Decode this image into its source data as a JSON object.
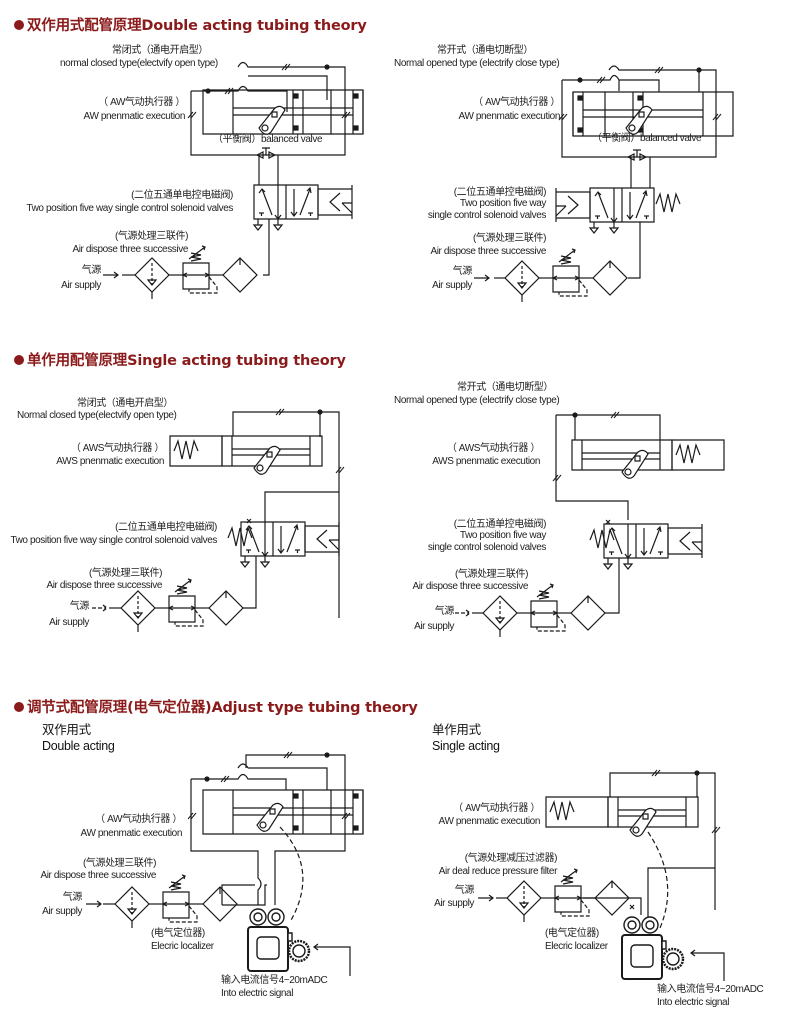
{
  "sections": {
    "double": {
      "title": "双作用式配管原理Double acting tubing theory"
    },
    "single": {
      "title": "单作用配管原理Single acting tubing theory"
    },
    "adjust": {
      "title": "调节式配管原理(电气定位器)Adjust type tubing theory"
    }
  },
  "double_left": {
    "type_cn": "常闭式（通电开启型）",
    "type_en": "normal closed type(electvify open type)",
    "actuator_cn": "（ AW气动执行器 ）",
    "actuator_en": "AW pnenmatic execution",
    "balanced_valve": "（平衡阀）balanced valve",
    "solenoid_cn": "(二位五通单电控电磁阀)",
    "solenoid_en": "Two position five way single control solenoid valves",
    "frl_cn": "(气源处理三联件)",
    "frl_en": "Air dispose three successive",
    "supply_cn": "气源",
    "supply_en": "Air supply"
  },
  "double_right": {
    "type_cn": "常开式（通电切断型）",
    "type_en": "Normal opened type (electrify close type)",
    "actuator_cn": "（ AW气动执行器 ）",
    "actuator_en": "AW pnenmatic execution",
    "balanced_valve": "（平衡阀）balanced valve",
    "solenoid_cn": "(二位五通单控电磁阀)",
    "solenoid_en1": "Two position five way",
    "solenoid_en2": "single control solenoid valves",
    "frl_cn": "(气源处理三联件)",
    "frl_en": "Air dispose three successive",
    "supply_cn": "气源",
    "supply_en": "Air supply"
  },
  "single_left": {
    "type_cn": "常闭式（通电开启型）",
    "type_en": "Normal closed type(electvify open type)",
    "actuator_cn": "（ AWS气动执行器 ）",
    "actuator_en": "AWS pnenmatic execution",
    "solenoid_cn": "(二位五通单电控电磁阀)",
    "solenoid_en": "Two position five way single control solenoid valves",
    "frl_cn": "(气源处理三联件)",
    "frl_en": "Air dispose three successive",
    "supply_cn": "气源",
    "supply_en": "Air supply"
  },
  "single_right": {
    "type_cn": "常开式（通电切断型）",
    "type_en": "Normal opened type (electrify close type)",
    "actuator_cn": "（ AWS气动执行器 ）",
    "actuator_en": "AWS pnenmatic execution",
    "solenoid_cn": "(二位五通单控电磁阀)",
    "solenoid_en1": "Two position five way",
    "solenoid_en2": "single control solenoid valves",
    "frl_cn": "(气源处理三联件)",
    "frl_en": "Air dispose three successive",
    "supply_cn": "气源",
    "supply_en": "Air supply"
  },
  "adjust_left": {
    "sub_cn": "双作用式",
    "sub_en": "Double acting",
    "actuator_cn": "（ AW气动执行器 ）",
    "actuator_en": "AW pnenmatic execution",
    "frl_cn": "(气源处理三联件)",
    "frl_en": "Air dispose three successive",
    "supply_cn": "气源",
    "supply_en": "Air supply",
    "localizer_cn": "(电气定位器)",
    "localizer_en": "Elecric localizer",
    "signal_cn": "输入电流信号4~20mADC",
    "signal_en": "Into electric signal"
  },
  "adjust_right": {
    "sub_cn": "单作用式",
    "sub_en": "Single acting",
    "actuator_cn": "（ AW气动执行器 ）",
    "actuator_en": "AW pnenmatic execution",
    "frl_cn": "(气源处理减压过滤器)",
    "frl_en": "Air deal reduce pressure filter",
    "supply_cn": "气源",
    "supply_en": "Air supply",
    "localizer_cn": "(电气定位器)",
    "localizer_en": "Elecric localizer",
    "signal_cn": "输入电流信号4~20mADC",
    "signal_en": "Into electric signal"
  },
  "colors": {
    "title": "#8b1a1a",
    "line": "#1a1a1a"
  }
}
